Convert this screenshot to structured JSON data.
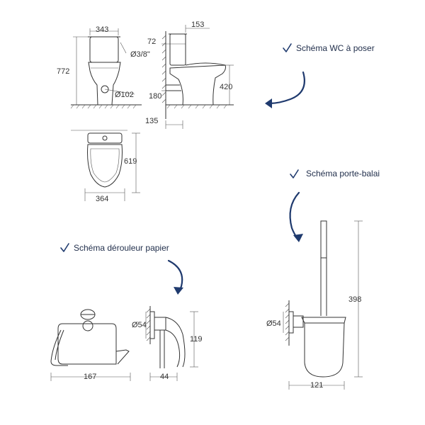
{
  "labels": {
    "wc": "Schéma WC à poser",
    "brush": "Schéma porte-balai",
    "roll": "Schéma dérouleur papier"
  },
  "wc_dims": {
    "width_top": "343",
    "pipe": "Ø3/8\"",
    "height": "772",
    "drain": "Ø102",
    "depth_tank": "153",
    "offset": "72",
    "seat_height": "420",
    "floor_h": "180",
    "floor_d": "135",
    "length": "619",
    "width": "364"
  },
  "brush_dims": {
    "height": "398",
    "diameter": "Ø54",
    "width": "121"
  },
  "roll_dims": {
    "width": "167",
    "diameter": "Ø54",
    "height": "119",
    "depth": "44"
  },
  "colors": {
    "accent": "#1f3a6e",
    "line": "#333333"
  }
}
